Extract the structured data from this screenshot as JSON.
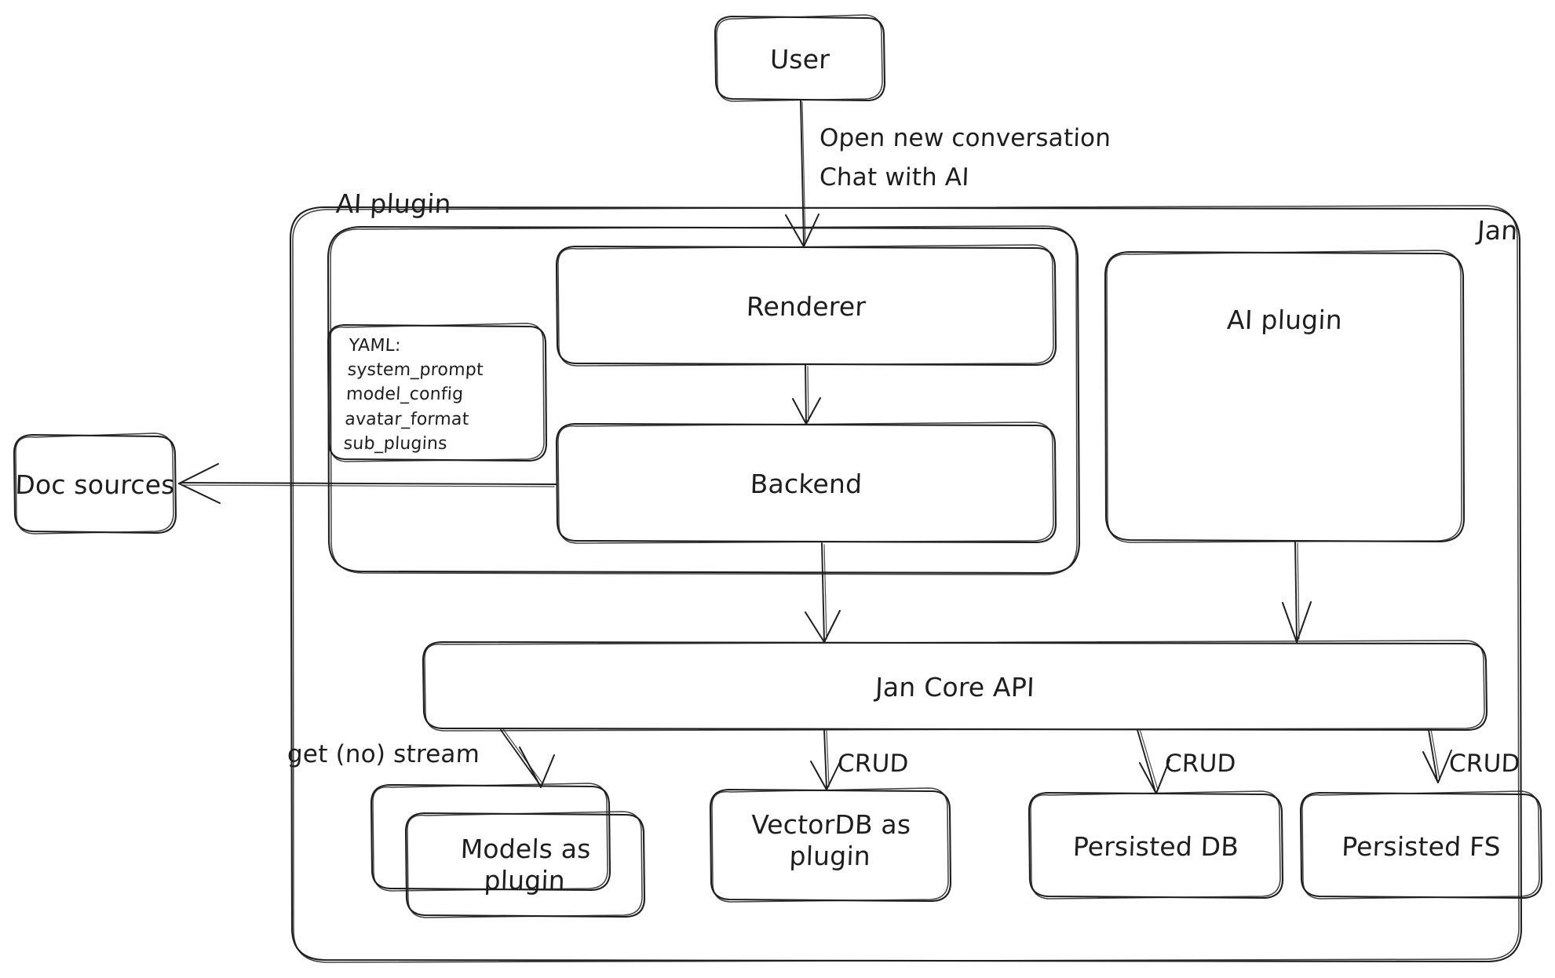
{
  "diagram": {
    "title": "Jan architecture",
    "stroke_color": "#1e1e1e",
    "background_color": "#ffffff",
    "containers": [
      {
        "id": "jan",
        "label": "Jan"
      },
      {
        "id": "ai_plugin_group",
        "label": "AI plugin"
      }
    ],
    "nodes": [
      {
        "id": "user",
        "label": "User"
      },
      {
        "id": "renderer",
        "label": "Renderer"
      },
      {
        "id": "backend",
        "label": "Backend"
      },
      {
        "id": "ai_plugin",
        "label": "AI plugin"
      },
      {
        "id": "doc_sources",
        "label": "Doc sources"
      },
      {
        "id": "jan_core_api",
        "label": "Jan Core API"
      },
      {
        "id": "models_plugin",
        "label": "Models as\nplugin"
      },
      {
        "id": "vectordb_plugin",
        "label": "VectorDB as\nplugin"
      },
      {
        "id": "persisted_db",
        "label": "Persisted DB"
      },
      {
        "id": "persisted_fs",
        "label": "Persisted FS"
      }
    ],
    "yaml_note": {
      "id": "yaml_note",
      "lines": [
        "YAML:",
        "system_prompt",
        "model_config",
        "avatar_format",
        "sub_plugins"
      ],
      "text": "YAML:\nsystem_prompt\nmodel_config\navatar_format\nsub_plugins"
    },
    "edges": [
      {
        "id": "user-to-renderer",
        "from": "user",
        "to": "renderer",
        "label": "Open new conversation\nChat with AI"
      },
      {
        "id": "renderer-to-backend",
        "from": "renderer",
        "to": "backend",
        "label": ""
      },
      {
        "id": "backend-to-doc-sources",
        "from": "backend",
        "to": "doc_sources",
        "label": ""
      },
      {
        "id": "backend-to-core-api",
        "from": "backend",
        "to": "jan_core_api",
        "label": ""
      },
      {
        "id": "ai-plugin-to-core-api",
        "from": "ai_plugin",
        "to": "jan_core_api",
        "label": ""
      },
      {
        "id": "core-api-to-models",
        "from": "jan_core_api",
        "to": "models_plugin",
        "label": "get (no) stream"
      },
      {
        "id": "core-api-to-vectordb",
        "from": "jan_core_api",
        "to": "vectordb_plugin",
        "label": "CRUD"
      },
      {
        "id": "core-api-to-persisted-db",
        "from": "jan_core_api",
        "to": "persisted_db",
        "label": "CRUD"
      },
      {
        "id": "core-api-to-persisted-fs",
        "from": "jan_core_api",
        "to": "persisted_fs",
        "label": "CRUD"
      }
    ],
    "edge_labels": {
      "user_to_renderer_line1": "Open new conversation",
      "user_to_renderer_line2": "Chat with AI",
      "get_no_stream": "get (no) stream",
      "crud_vectordb": "CRUD",
      "crud_persisted_db": "CRUD",
      "crud_persisted_fs": "CRUD"
    }
  }
}
